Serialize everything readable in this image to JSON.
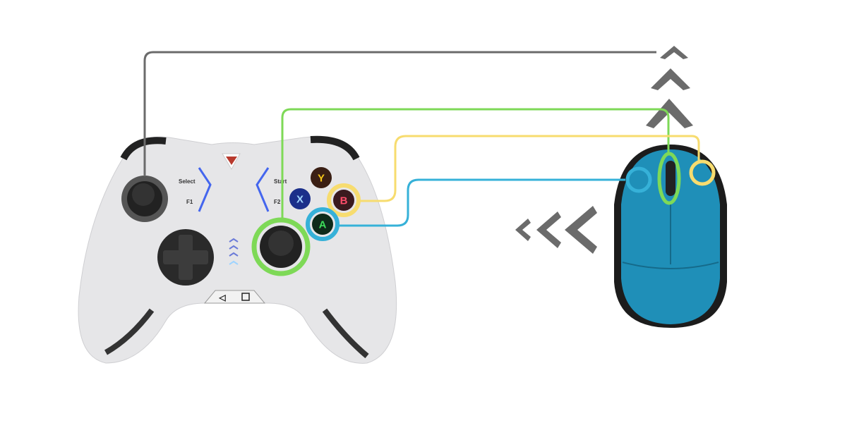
{
  "controller": {
    "labels": {
      "select": "Select",
      "f1": "F1",
      "start": "Start",
      "f2": "F2"
    },
    "face_buttons": {
      "y": "Y",
      "b": "B",
      "x": "X",
      "a": "A"
    },
    "colors": {
      "body": "#e6e6e8",
      "y": "#f5c518",
      "b": "#ff4d6a",
      "x": "#3a8dff",
      "a": "#3ddc5a"
    }
  },
  "mappings": [
    {
      "from": "left-stick",
      "to": "scroll-up",
      "color": "#6b6b6b"
    },
    {
      "from": "right-stick",
      "to": "scroll-wheel",
      "color": "#7ed957"
    },
    {
      "from": "B",
      "to": "right-click",
      "color": "#f7dc6f"
    },
    {
      "from": "A",
      "to": "left-click",
      "color": "#36b1d8"
    }
  ],
  "mouse": {
    "color": "#1f8fb8"
  }
}
